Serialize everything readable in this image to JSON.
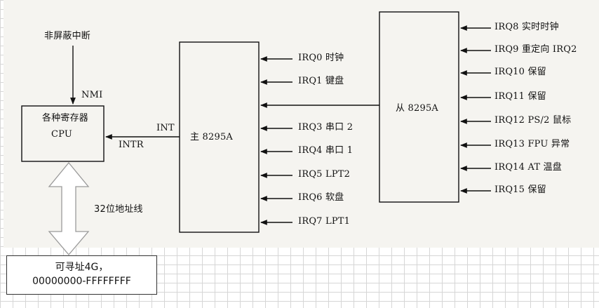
{
  "diagram": {
    "nmi_source": "非屏蔽中断",
    "nmi_label": "NMI",
    "cpu_registers": "各种寄存器",
    "cpu_label": "CPU",
    "int_label": "INT",
    "intr_label": "INTR",
    "master_label": "主 8295A",
    "slave_label": "从 8295A",
    "address_bus_label": "32位地址线",
    "address_box": {
      "line1": "可寻址4G，",
      "line2": "00000000-FFFFFFFF"
    },
    "master_irqs": [
      "IRQ0 时钟",
      "IRQ1 键盘",
      "IRQ3 串口 2",
      "IRQ4 串口 1",
      "IRQ5 LPT2",
      "IRQ6 软盘",
      "IRQ7 LPT1"
    ],
    "slave_irqs": [
      "IRQ8 实时时钟",
      "IRQ9 重定向 IRQ2",
      "IRQ10 保留",
      "IRQ11 保留",
      "IRQ12 PS/2 鼠标",
      "IRQ13 FPU 异常",
      "IRQ14 AT 温盘",
      "IRQ15 保留"
    ]
  }
}
